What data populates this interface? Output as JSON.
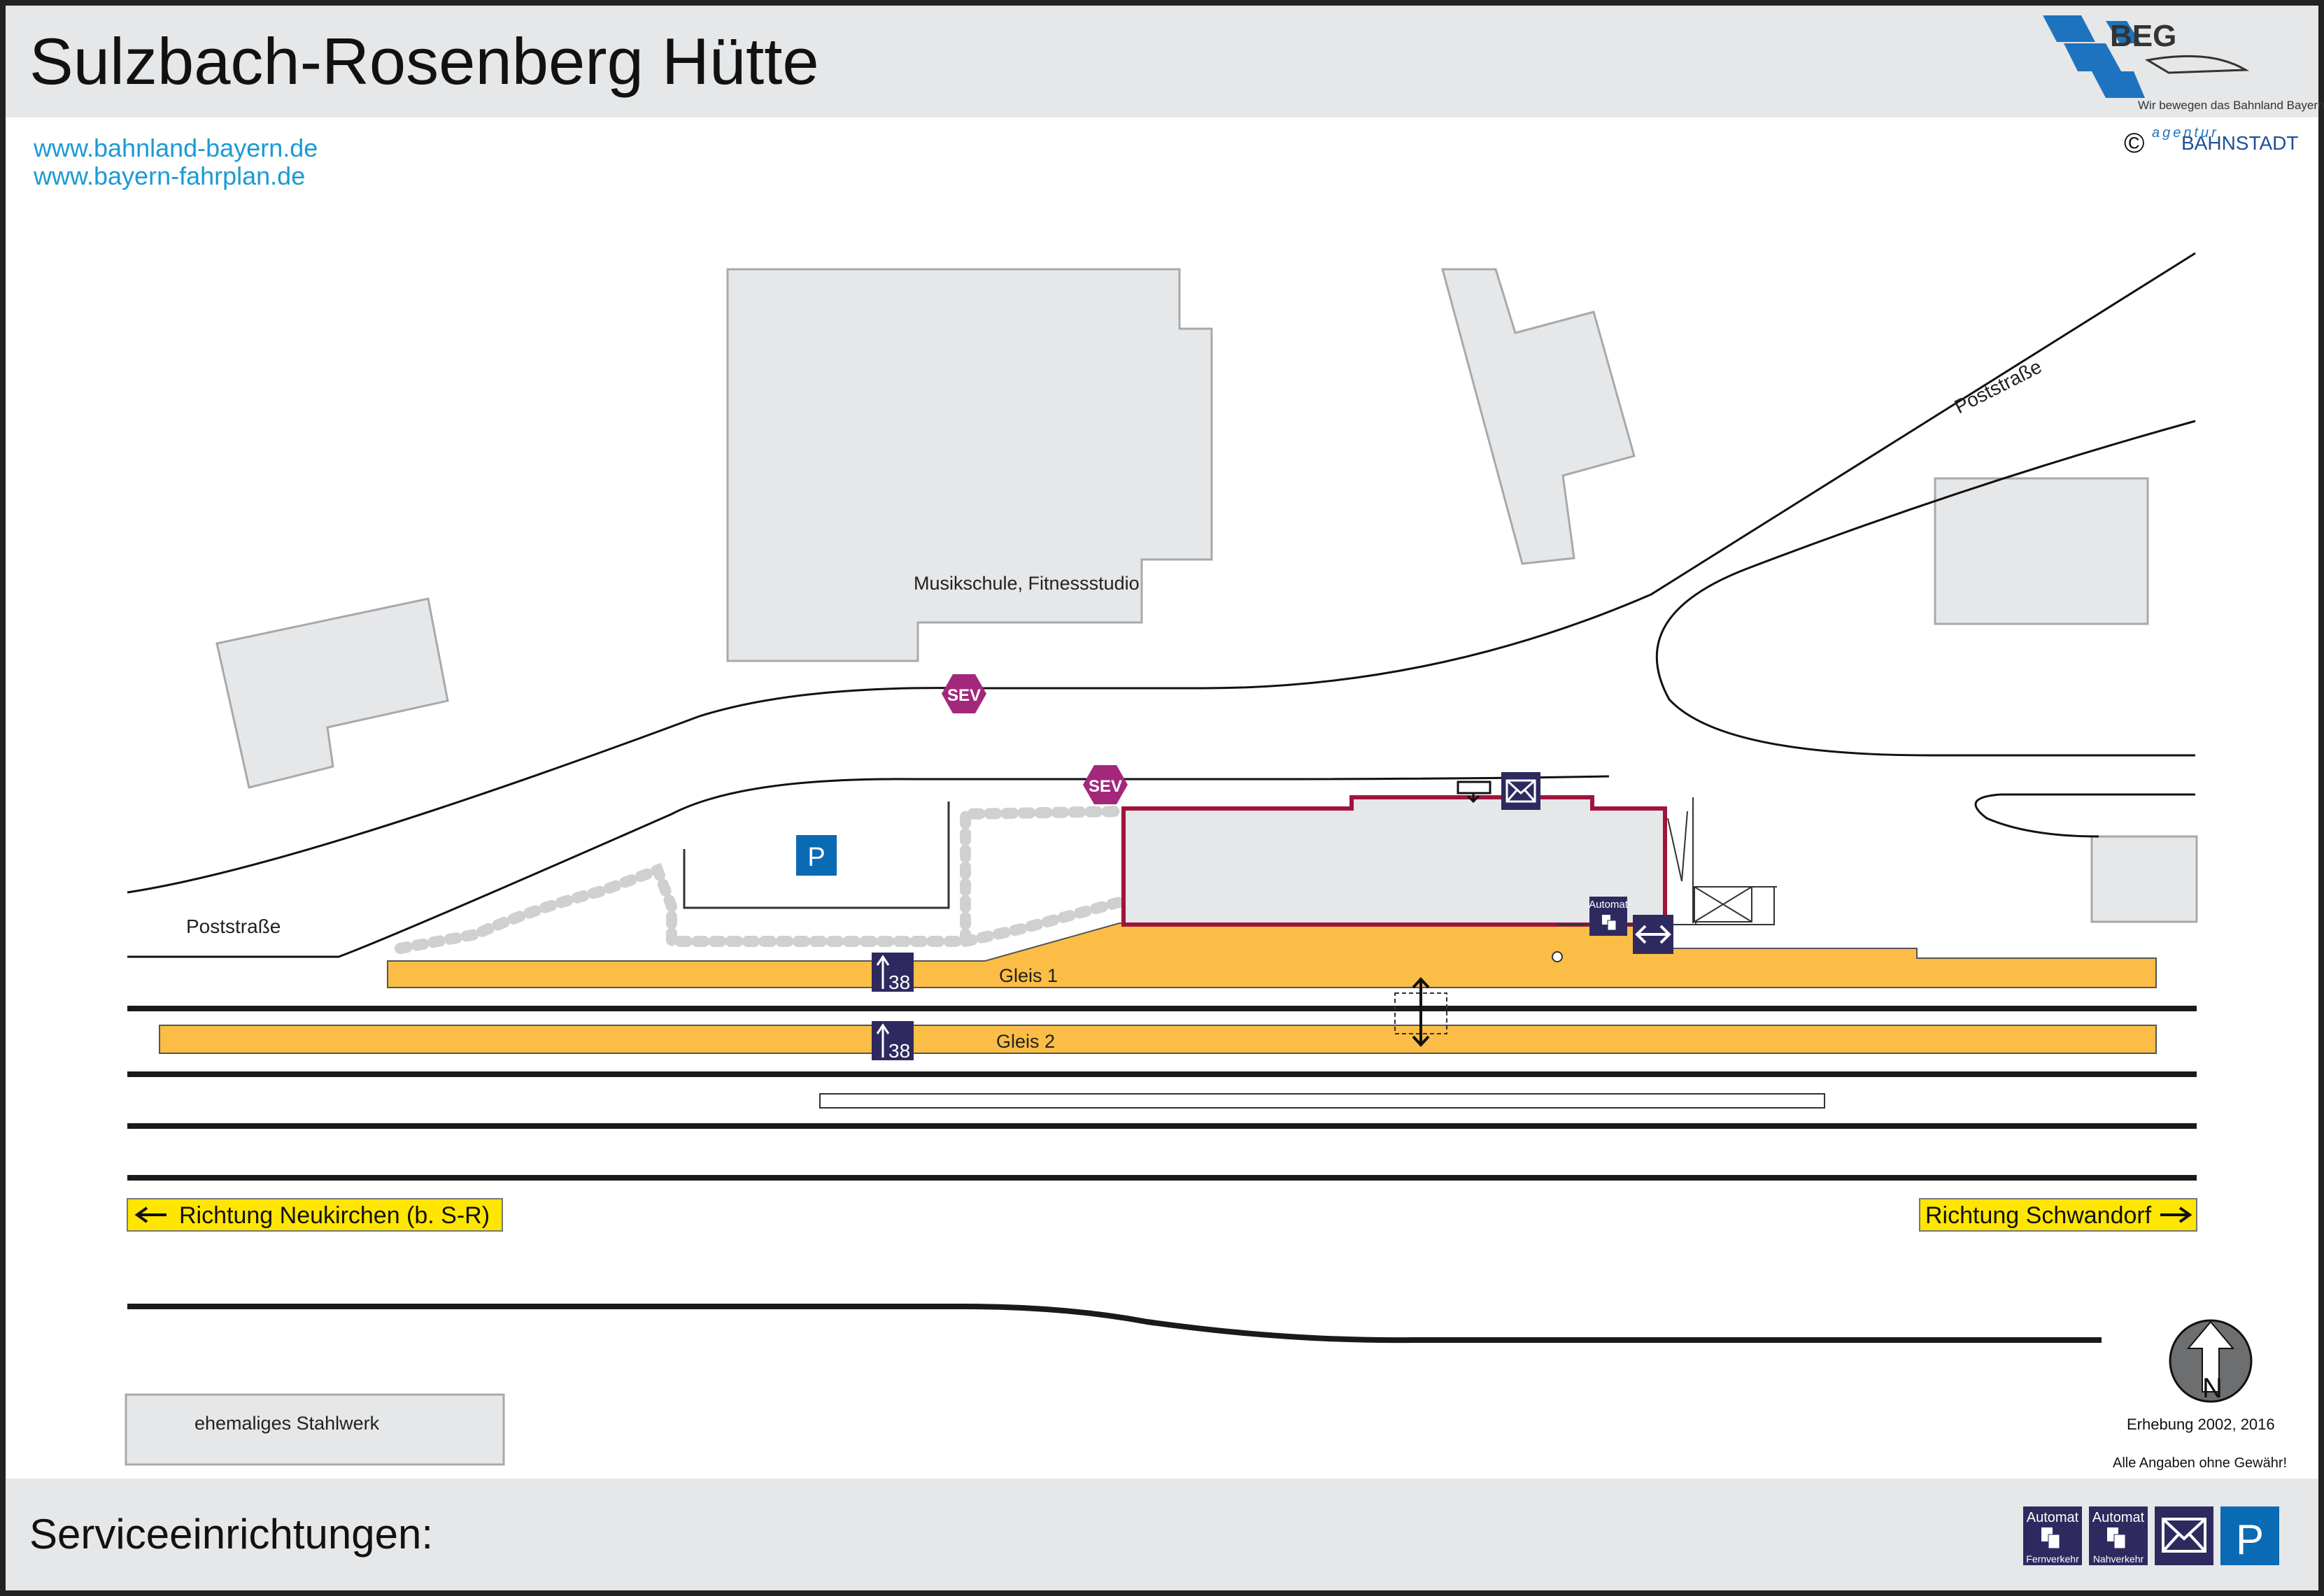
{
  "header": {
    "title": "Sulzbach-Rosenberg Hütte",
    "links": [
      "www.bahnland-bayern.de",
      "www.bayern-fahrplan.de"
    ]
  },
  "logo": {
    "name": "BEG",
    "slogan": "Wir bewegen das Bahnland Bayern",
    "copyright_symbol": "©",
    "agency_prefix": "agentur",
    "agency": "BAHNSTADT"
  },
  "map": {
    "streets": [
      "Poststraße",
      "Poststraße"
    ],
    "buildings": {
      "music_school": "Musikschule, Fitnessstudio",
      "steelworks": "ehemaliges Stahlwerk"
    },
    "platforms": [
      {
        "label": "Gleis 1",
        "height_badge": "38"
      },
      {
        "label": "Gleis 2",
        "height_badge": "38"
      }
    ],
    "sev_stops": [
      "SEV",
      "SEV"
    ],
    "parking_symbol": "P",
    "ticket_machine_label": "Automat",
    "directions": {
      "west": "Richtung Neukirchen (b. S-R)",
      "east": "Richtung Schwandorf"
    },
    "north_label": "N",
    "survey": "Erhebung 2002, 2016",
    "disclaimer": "Alle Angaben ohne Gewähr!"
  },
  "footer": {
    "title": "Serviceeinrichtungen:",
    "services": [
      {
        "top": "Automat",
        "bottom": "Fernverkehr",
        "icon": "ticket-machine-icon"
      },
      {
        "top": "Automat",
        "bottom": "Nahverkehr",
        "icon": "ticket-machine-icon"
      },
      {
        "icon": "mail-icon"
      },
      {
        "label": "P",
        "icon": "parking-icon"
      }
    ]
  },
  "colors": {
    "platform": "#fbbd45",
    "station_outline": "#a0143c",
    "sev": "#a3287c",
    "service_icon": "#2e2a5f",
    "parking": "#0b6ab4",
    "direction_sign": "#ffe600",
    "link": "#1a9ad6"
  }
}
